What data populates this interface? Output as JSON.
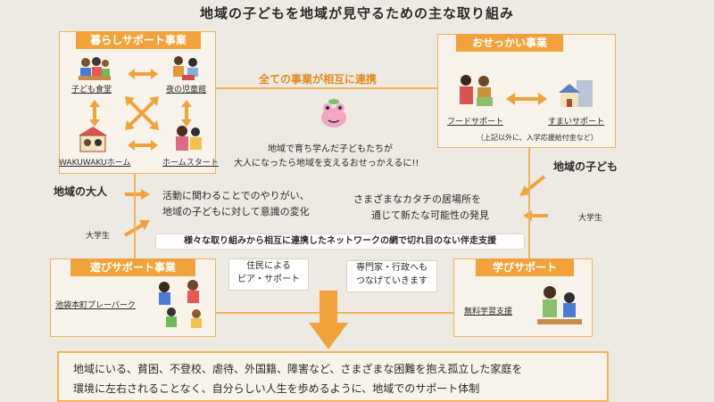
{
  "title": "地域の子どもを地域が見守るための主な取り組み",
  "left_top": {
    "header": "暮らしサポート事業",
    "items": [
      "子ども食堂",
      "夜の児童館",
      "WAKUWAKUホーム",
      "ホームスタート"
    ]
  },
  "right_top": {
    "header": "おせっかい事業",
    "items": [
      "フードサポート",
      "すまいサポート"
    ],
    "note": "（上記以外に、入学応援給付金など）"
  },
  "center": {
    "link_label": "全ての事業が相互に連携",
    "mascot_text_1": "地域で育ち学んだ子どもたちが",
    "mascot_text_2": "大人になったら地域を支えるおせっかえるに!!"
  },
  "side_labels": {
    "local_adults": "地域の大人",
    "university_left": "大学生",
    "local_children": "地域の子ども",
    "university_right": "大学生"
  },
  "middle_text": {
    "left_1": "活動に関わることでのやりがい、",
    "left_2": "地域の子どもに対して意識の変化",
    "right_1": "さまざまなカタチの居場所を",
    "right_2": "通じて新たな可能性の発見"
  },
  "network_banner": "様々な取り組みから相互に連携したネットワークの網で切れ目のない伴走支援",
  "left_bottom": {
    "header": "遊びサポート事業",
    "item": "池袋本町プレーパーク"
  },
  "right_bottom": {
    "header": "学びサポート",
    "item": "無料学習支援"
  },
  "center_tags": {
    "peer_1": "住民による",
    "peer_2": "ピア・サポート",
    "expert_1": "専門家・行政へも",
    "expert_2": "つなげていきます"
  },
  "bottom_box": {
    "line_1": "地域にいる、貧困、不登校、虐待、外国籍、障害など、さまざまな困難を抱え孤立した家庭を",
    "line_2": "環境に左右されることなく、自分らしい人生を歩めるように、地域でのサポート体制"
  },
  "colors": {
    "accent": "#f2a23a",
    "box_border": "#f0b35a",
    "paper": "#eceae3",
    "mascot": "#f2a6c4"
  }
}
